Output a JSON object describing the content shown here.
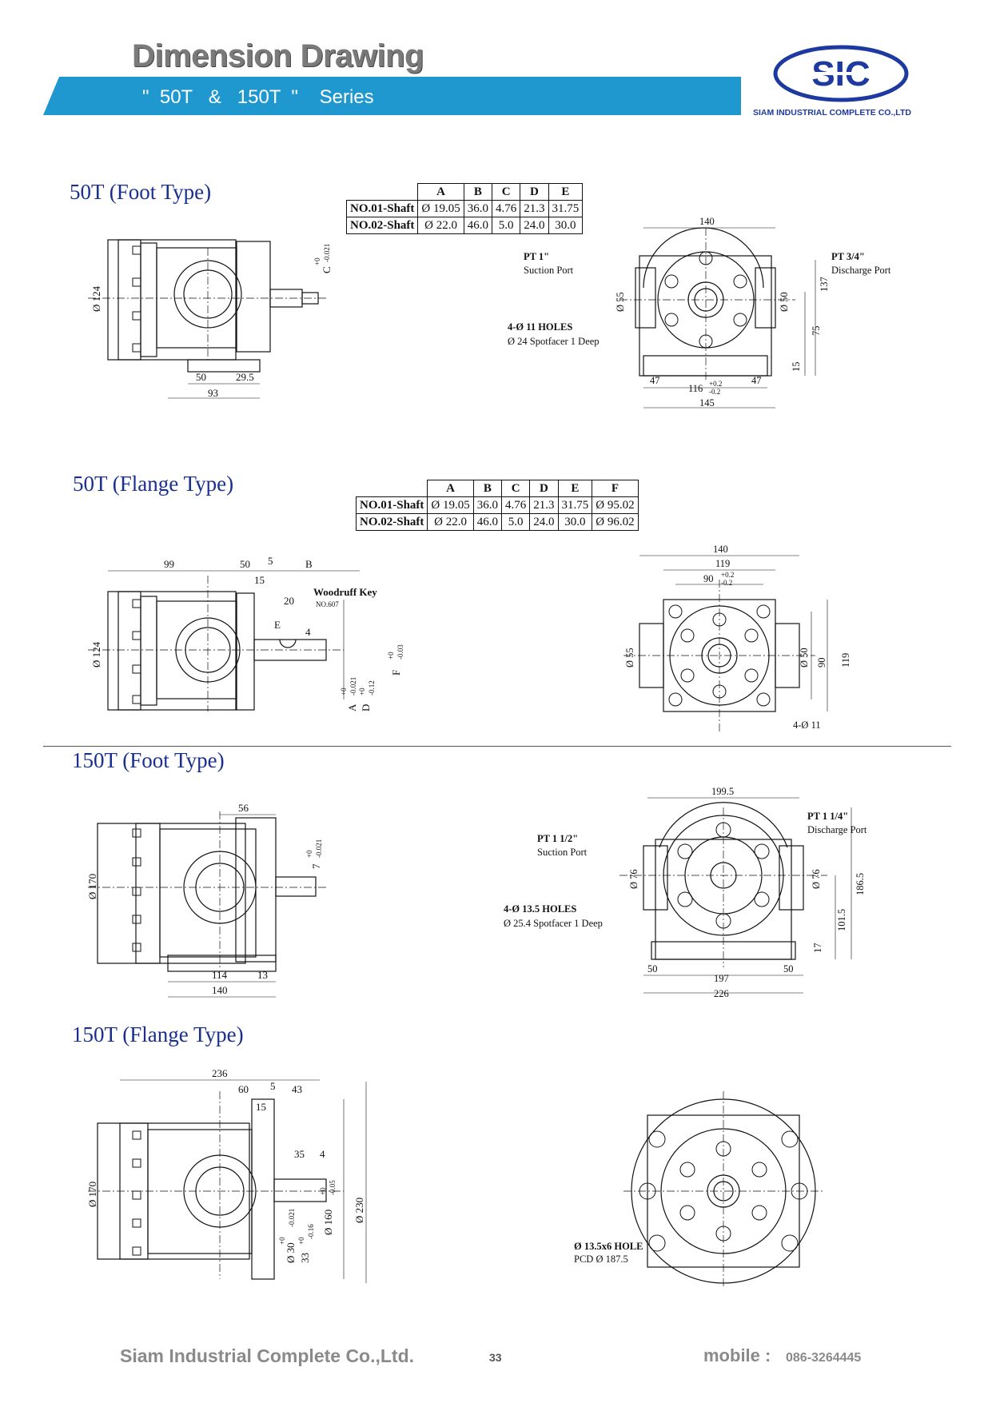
{
  "header": {
    "title": "Dimension Drawing",
    "subtitle": "\"  50T   &   150T  \"    Series",
    "logo_text": "SIC",
    "company_small": "SIAM INDUSTRIAL COMPLETE CO.,LTD"
  },
  "sections": {
    "s1": "50T   (Foot Type)",
    "s2": "50T   (Flange Type)",
    "s3": "150T   (Foot Type)",
    "s4": "150T   (Flange Type)"
  },
  "table1": {
    "headers": [
      "",
      "A",
      "B",
      "C",
      "D",
      "E"
    ],
    "rows": [
      [
        "NO.01-Shaft",
        "Ø 19.05",
        "36.0",
        "4.76",
        "21.3",
        "31.75"
      ],
      [
        "NO.02-Shaft",
        "Ø 22.0",
        "46.0",
        "5.0",
        "24.0",
        "30.0"
      ]
    ]
  },
  "table2": {
    "headers": [
      "",
      "A",
      "B",
      "C",
      "D",
      "E",
      "F"
    ],
    "rows": [
      [
        "NO.01-Shaft",
        "Ø 19.05",
        "36.0",
        "4.76",
        "21.3",
        "31.75",
        "Ø 95.02"
      ],
      [
        "NO.02-Shaft",
        "Ø 22.0",
        "46.0",
        "5.0",
        "24.0",
        "30.0",
        "Ø 96.02"
      ]
    ]
  },
  "d1": {
    "dia": "Ø 124",
    "c": "C",
    "tol_up": "+0",
    "tol_dn": "-0.021",
    "d50": "50",
    "d295": "29.5",
    "d93": "93"
  },
  "d2": {
    "w140": "140",
    "suction": "PT  1\"",
    "suction_sub": "Suction Port",
    "discharge": "PT 3/4\"",
    "discharge_sub": "Discharge Port",
    "d55": "Ø 55",
    "d50": "Ø 50",
    "d137": "137",
    "d75": "75",
    "d15": "15",
    "holes": "4-Ø 11 HOLES",
    "spot": "Ø 24 Spotfacer 1 Deep",
    "d47a": "47",
    "d47b": "47",
    "d116": "116",
    "tu": "+0.2",
    "td": "-0.2",
    "d145": "145"
  },
  "d3": {
    "d99": "99",
    "d50": "50",
    "d5": "5",
    "b": "B",
    "d15": "15",
    "d20": "20",
    "e": "E",
    "d4": "4",
    "key": "Woodruff   Key",
    "keyno": "NO.607",
    "dia": "Ø 124",
    "a": "A",
    "d": "D",
    "f": "F",
    "t0": "+0",
    "t1": "-0.021",
    "t2": "-0.12",
    "t3": "-0.03"
  },
  "d4": {
    "d140": "140",
    "d119": "119",
    "d90": "90",
    "tu": "+0.2",
    "td": "-0.2",
    "d55": "Ø 55",
    "d50": "Ø 50",
    "d90v": "90",
    "d119v": "119",
    "holes": "4-Ø 11"
  },
  "d5": {
    "d56": "56",
    "dia": "Ø 170",
    "t0": "+0",
    "t1": "-0.021",
    "d7": "7",
    "d114": "114",
    "d13": "13",
    "d140": "140"
  },
  "d6": {
    "w": "199.5",
    "suction": "PT 1 1/2\"",
    "suction_sub": "Suction Port",
    "discharge": "PT 1 1/4\"",
    "discharge_sub": "Discharge Port",
    "d76a": "Ø 76",
    "d76b": "Ø 76",
    "d1865": "186.5",
    "d1015": "101.5",
    "d17": "17",
    "holes": "4-Ø 13.5 HOLES",
    "spot": "Ø 25.4 Spotfacer 1 Deep",
    "d50a": "50",
    "d50b": "50",
    "d197": "197",
    "d226": "226"
  },
  "d7": {
    "d236": "236",
    "d60": "60",
    "d5": "5",
    "d43": "43",
    "d15": "15",
    "d35": "35",
    "d4": "4",
    "dia": "Ø 170",
    "d30": "Ø 30",
    "d33": "33",
    "d160": "Ø 160",
    "d230": "Ø 230",
    "t0": "+0",
    "t1": "-0.021",
    "t2": "-0.16",
    "t3": "-0.05"
  },
  "d8": {
    "holes": "Ø 13.5x6 HOLE",
    "pcd": "PCD Ø 187.5"
  },
  "footer": {
    "company": "Siam Industrial Complete Co.,Ltd.",
    "page": "33",
    "mobile_label": "mobile :",
    "mobile": "086-3264445"
  }
}
